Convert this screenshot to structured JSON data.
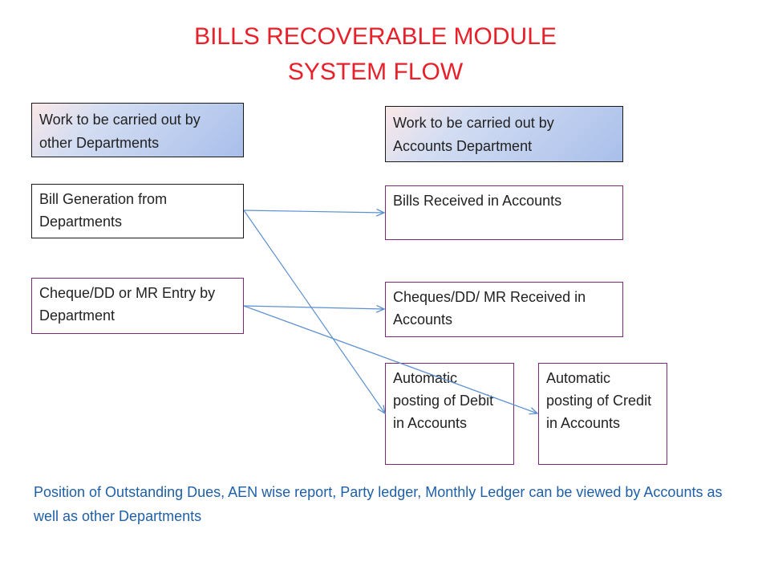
{
  "title": {
    "line1": "BILLS RECOVERABLE MODULE",
    "line2": "SYSTEM FLOW"
  },
  "columns": {
    "left_header": "Work to be carried out by other Departments",
    "right_header": "Work to be carried out by Accounts Department"
  },
  "boxes": {
    "bill_generation": "Bill Generation from Departments",
    "cheque_entry": "Cheque/DD or MR Entry by Department",
    "bills_received": "Bills Received in Accounts",
    "cheques_received": "Cheques/DD/ MR Received in Accounts",
    "auto_debit": "Automatic posting of Debit in Accounts",
    "auto_credit": "Automatic posting of Credit in Accounts"
  },
  "note": "Position of Outstanding Dues, AEN wise report, Party ledger, Monthly Ledger can be viewed by Accounts as well as other Departments",
  "colors": {
    "title": "#e8202a",
    "arrow": "#5b8fd0",
    "note": "#1f5fa8",
    "box_border": "#7a2a74"
  }
}
